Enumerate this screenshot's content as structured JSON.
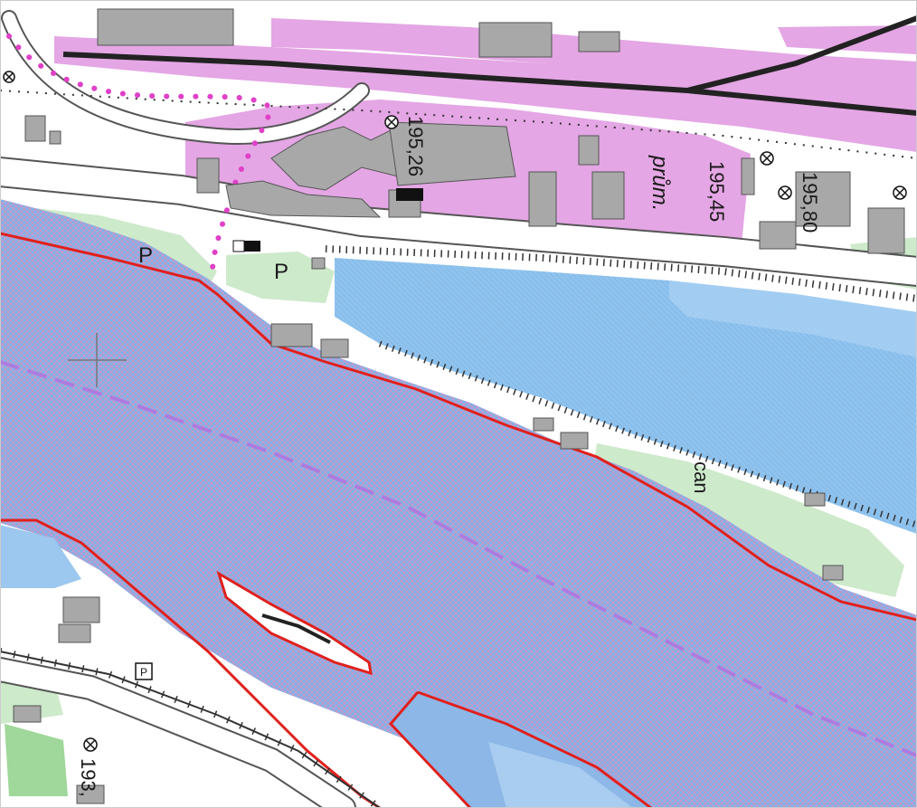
{
  "map": {
    "colors": {
      "background": "#ffffff",
      "industrial": "#e4a6e4",
      "building": "#a8a8a8",
      "river": "#7fb2e8",
      "river_hatch": "#f08ab8",
      "canal": "#8fc3ee",
      "greenery": "#cdeacb",
      "boundary_red": "#e0201c",
      "railway": "#333333",
      "path_dots": "#e040c8",
      "dash_line": "#b070e0"
    },
    "labels": {
      "elev_1": "195,26",
      "elev_2": "195,45",
      "elev_3": "195,80",
      "elev_4": "193,",
      "prum": "prům.",
      "canal_label": "can",
      "parking_1": "P",
      "parking_2": "P",
      "parking_sign": "P"
    },
    "icons": [
      "spot-height-icon",
      "parking-icon",
      "crosshair-icon"
    ]
  }
}
